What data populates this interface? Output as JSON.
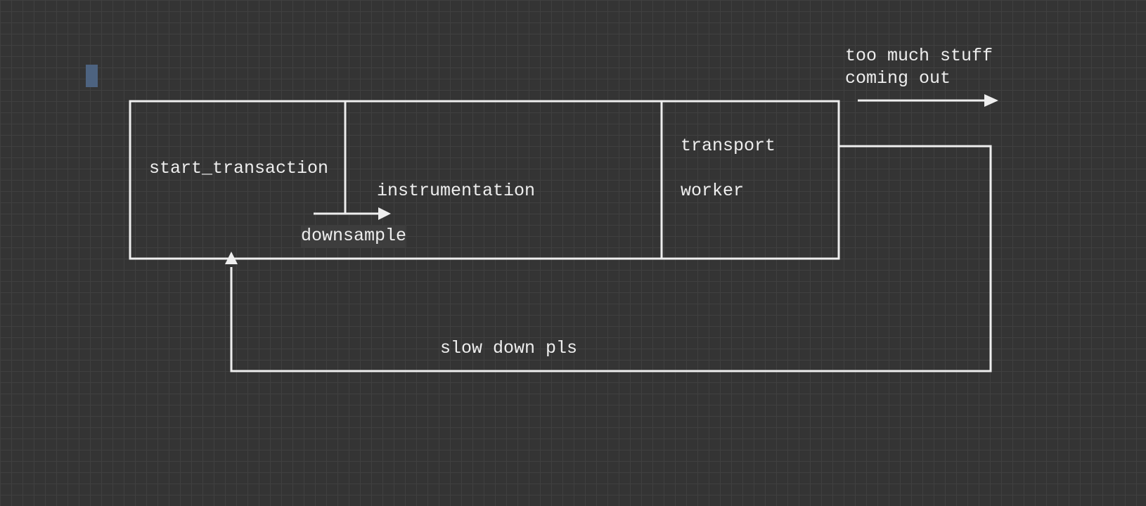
{
  "diagram": {
    "labels": {
      "start_transaction": "start_transaction",
      "instrumentation": "instrumentation",
      "downsample": "downsample",
      "transport": "transport",
      "worker": "worker",
      "too_much_line1": "too much stuff",
      "too_much_line2": "coming out",
      "slow_down": "slow down pls"
    },
    "colors": {
      "background": "#343434",
      "grid": "#404040",
      "stroke": "#eeeeee",
      "text": "#eeeeee",
      "cursor": "#4d6380"
    }
  }
}
